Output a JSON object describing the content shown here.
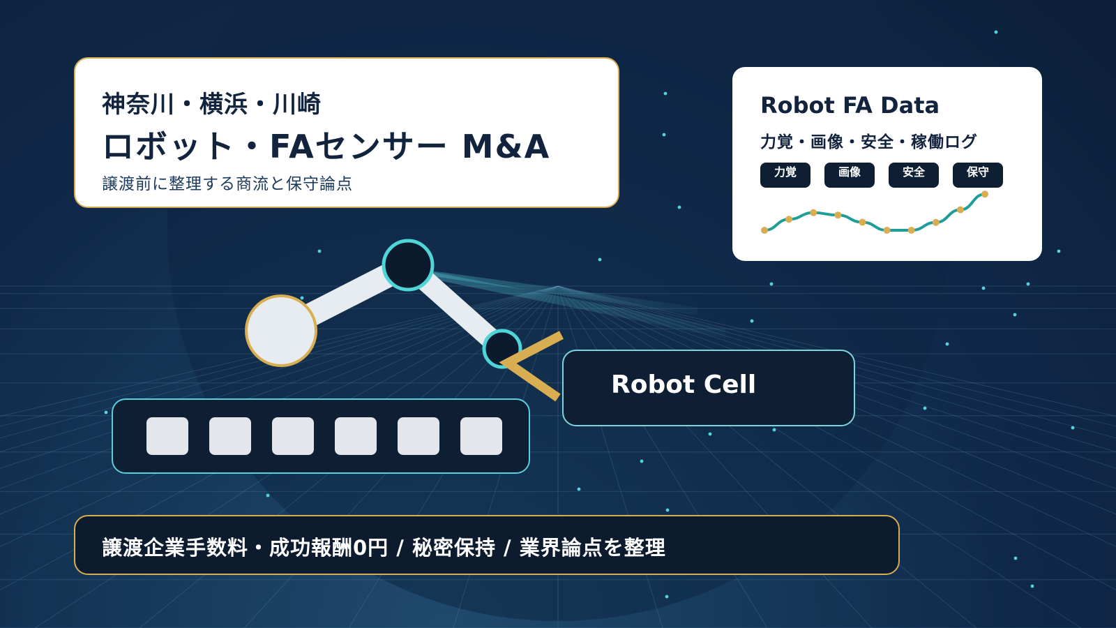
{
  "header": {
    "region": "神奈川・横浜・川崎",
    "title": "ロボット・FAセンサー M&A",
    "subtitle": "譲渡前に整理する商流と保守論点"
  },
  "data_card": {
    "title": "Robot FA Data",
    "subtitle": "力覚・画像・安全・稼働ログ",
    "chips": [
      "力覚",
      "画像",
      "安全",
      "保守"
    ],
    "trend_values": [
      0.0,
      0.45,
      0.72,
      0.62,
      0.33,
      0.0,
      0.0,
      0.32,
      0.84,
      1.48
    ]
  },
  "robot_cell": {
    "label": "Robot Cell"
  },
  "conveyor": {
    "slot_count": 6
  },
  "footer": {
    "text": "譲渡企業手数料・成功報酬0円 / 秘密保持 / 業界論点を整理"
  },
  "colors": {
    "background": "#10294a",
    "accent_gold": "#d9ad52",
    "accent_cyan": "#4fd4d8",
    "trend_line": "#1f9d98",
    "panel_dark": "#0e1f33"
  }
}
